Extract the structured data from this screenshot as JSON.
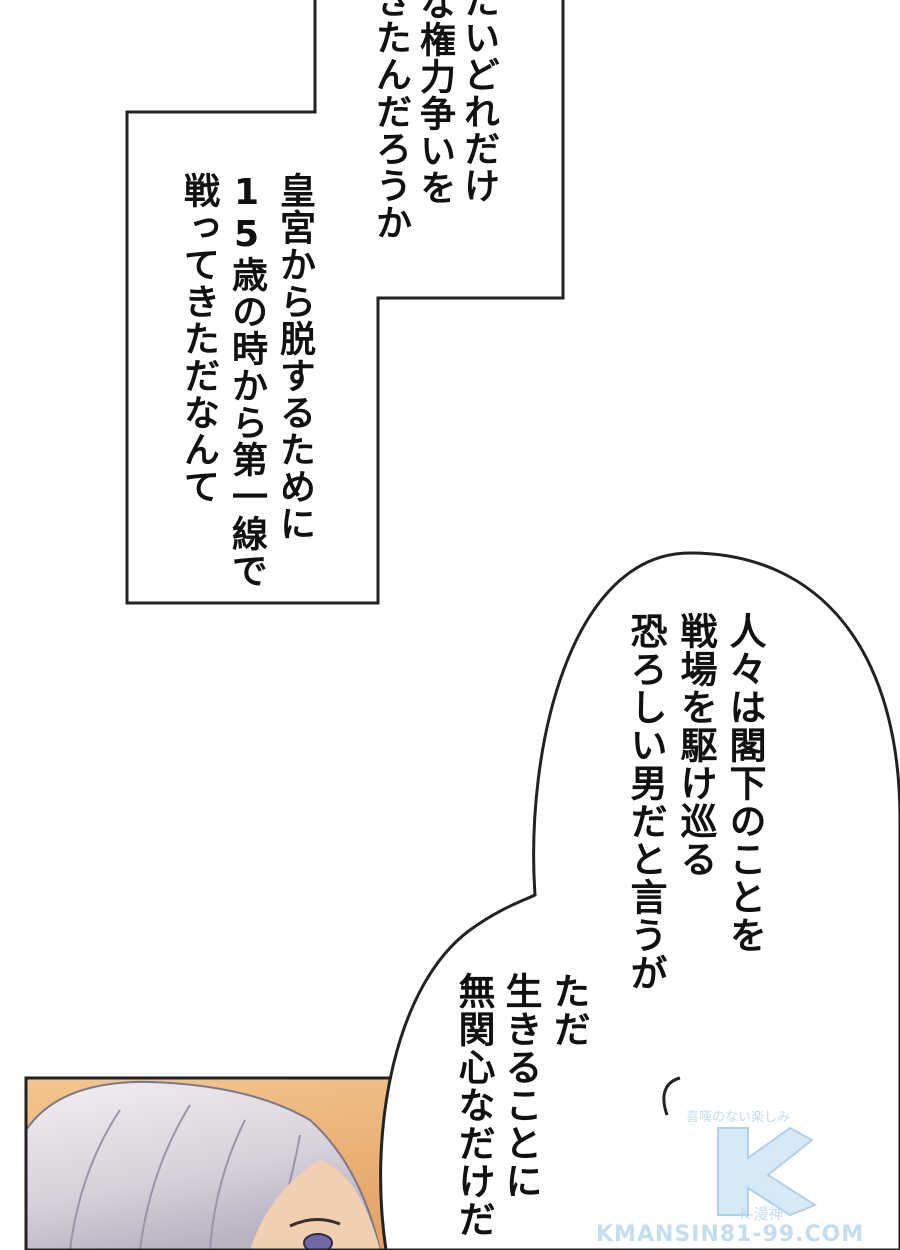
{
  "narration_top": {
    "columns": [
      "たいどれだけ",
      "な権力争いを",
      "きたんだろうか"
    ]
  },
  "narration_main": {
    "columns": [
      "皇宮から脱するために",
      "15歳の時から第一線で",
      "戦ってきただなんて"
    ]
  },
  "speech_upper": {
    "columns": [
      "人々は閣下のことを",
      "戦場を駆け巡る",
      "恐ろしい男だと言うが"
    ]
  },
  "speech_lower": {
    "columns": [
      "ただ",
      "生きることに",
      "無関心なだけだ"
    ]
  },
  "watermark": {
    "tagline": "喜嘆のない楽しみ",
    "brand": "K-漫神",
    "url": "KMANSIN81-99.COM",
    "color": "#b9d9ef"
  }
}
